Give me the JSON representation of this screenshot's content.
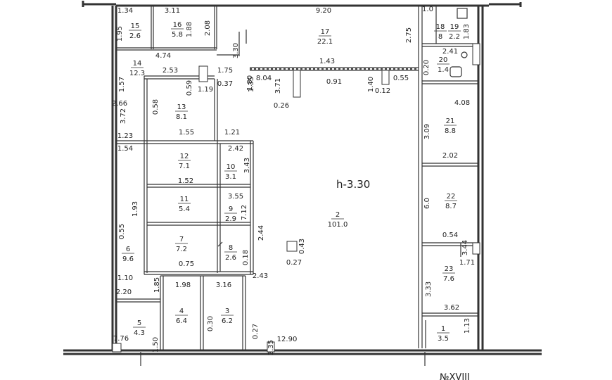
{
  "ceiling_height": "h-3.30",
  "sheet_mark": "№XVIII",
  "rooms": [
    {
      "num": "1",
      "area": "3.5"
    },
    {
      "num": "2",
      "area": "101.0"
    },
    {
      "num": "3",
      "area": "6.2"
    },
    {
      "num": "4",
      "area": "6.4"
    },
    {
      "num": "5",
      "area": "4.3"
    },
    {
      "num": "6",
      "area": "9.6"
    },
    {
      "num": "7",
      "area": "7.2"
    },
    {
      "num": "8",
      "area": "2.6"
    },
    {
      "num": "9",
      "area": "2.9"
    },
    {
      "num": "10",
      "area": "3.1"
    },
    {
      "num": "11",
      "area": "5.4"
    },
    {
      "num": "12",
      "area": "7.1"
    },
    {
      "num": "13",
      "area": "8.1"
    },
    {
      "num": "14",
      "area": "12.3"
    },
    {
      "num": "15",
      "area": "2.6"
    },
    {
      "num": "16",
      "area": "5.8"
    },
    {
      "num": "17",
      "area": "22.1"
    },
    {
      "num": "18",
      "area": "8"
    },
    {
      "num": "19",
      "area": "2.2"
    },
    {
      "num": "20",
      "area": "1.4"
    },
    {
      "num": "21",
      "area": "8.8"
    },
    {
      "num": "22",
      "area": "8.7"
    },
    {
      "num": "23",
      "area": "7.6"
    }
  ],
  "dimensions": [
    "1.34",
    "3.11",
    "9.20",
    "1.0",
    "1.95",
    "2.08",
    "1.88",
    "2.75",
    "1.83",
    "4.74",
    "3.30",
    "2.41",
    "1.57",
    "2.53",
    "1.75",
    "1.80",
    "8.04",
    "1.43",
    "0.20",
    "0.59",
    "1.19",
    "0.37",
    "1.35",
    "3.71",
    "0.91",
    "1.40",
    "0.55",
    "0.12",
    "2.66",
    "0.58",
    "0.26",
    "4.08",
    "3.72",
    "3.09",
    "1.55",
    "1.21",
    "1.23",
    "1.54",
    "2.42",
    "2.02",
    "3.43",
    "1.52",
    "3.55",
    "6.0",
    "1.93",
    "7.12",
    "2.44",
    "0.55",
    "0.54",
    "0.43",
    "0.27",
    "3.44",
    "1.71",
    "0.75",
    "0.18",
    "1.10",
    "1.85",
    "1.98",
    "3.16",
    "2.43",
    "2.20",
    "3.33",
    "3.62",
    "1.50",
    "0.30",
    "0.27",
    "1.13",
    "7.76",
    "2.35",
    "12.90"
  ]
}
